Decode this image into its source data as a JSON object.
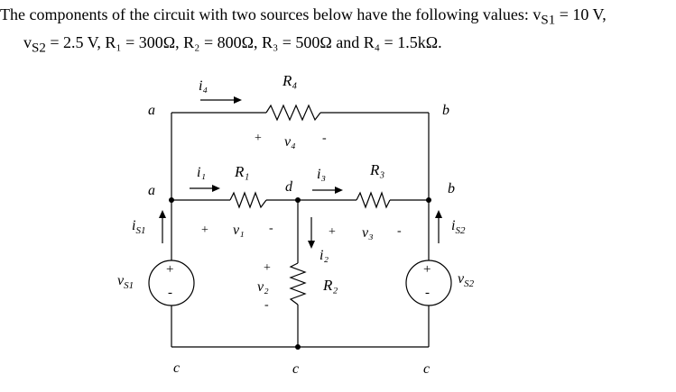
{
  "problem": {
    "line1": "The components of the circuit with two sources below have the following values: v",
    "line1_sub": "S1",
    "line1_end": " = 10 V,",
    "line2": "v",
    "line2_sub": "S2",
    "line2_rest": " = 2.5 V, R₁ = 300Ω, R₂ = 800Ω, R₃ = 500Ω and R₄ = 1.5kΩ."
  },
  "nodes": {
    "a_top": "a",
    "a_mid": "a",
    "b_top": "b",
    "b_mid": "b",
    "d": "d",
    "c_left": "c",
    "c_mid": "c",
    "c_right": "c"
  },
  "resistors": {
    "R1": "R₁",
    "R2": "R₂",
    "R3": "R₃",
    "R4": "R₄"
  },
  "voltages": {
    "v1": "v₁",
    "v2": "v₂",
    "v3": "v₃",
    "v4": "v₄",
    "vS1": "v",
    "vS1_sub": "S1",
    "vS2": "v",
    "vS2_sub": "S2"
  },
  "currents": {
    "i1": "i₁",
    "i2": "i₂",
    "i3": "i₃",
    "i4": "i₄",
    "iS1": "i",
    "iS1_sub": "S1",
    "iS2": "i",
    "iS2_sub": "S2"
  },
  "signs": {
    "plus": "+",
    "minus": "-"
  }
}
